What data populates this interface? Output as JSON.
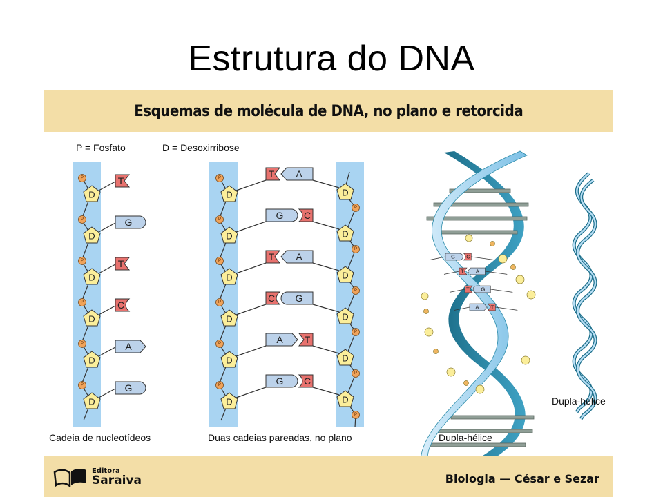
{
  "slide": {
    "title": "Estrutura do DNA"
  },
  "figure": {
    "header": "Esquemas de molécula de DNA, no plano e retorcida",
    "legend": {
      "phosphate": "P = Fosfato",
      "deoxyribose": "D = Desoxirribose"
    },
    "symbols": {
      "phosphate": "P",
      "sugar": "D"
    },
    "single_chain": {
      "caption": "Cadeia de nucleotídeos",
      "bases": [
        "T",
        "G",
        "T",
        "C",
        "A",
        "G"
      ]
    },
    "paired_chains": {
      "caption": "Duas cadeias pareadas, no plano",
      "pairs": [
        {
          "left": "T",
          "right": "A"
        },
        {
          "left": "G",
          "right": "C"
        },
        {
          "left": "T",
          "right": "A"
        },
        {
          "left": "C",
          "right": "G"
        },
        {
          "left": "A",
          "right": "T"
        },
        {
          "left": "G",
          "right": "C"
        }
      ]
    },
    "helix_large": {
      "caption": "Dupla-hélice",
      "pairs": [
        {
          "left": "G",
          "right": "C"
        },
        {
          "left": "T",
          "right": "A"
        },
        {
          "left": "T",
          "right": "G"
        },
        {
          "left": "A",
          "right": "T"
        }
      ]
    },
    "helix_small": {
      "caption": "Dupla-hélice"
    },
    "footer": {
      "publisher_small": "Editora",
      "publisher_big": "Saraiva",
      "book": "Biologia — César e Sezar"
    },
    "colors": {
      "band": "#f3dea7",
      "strand_bg": "#a9d4f2",
      "phosphate": "#f0a35a",
      "sugar": "#fbee9a",
      "pyrimidine": "#e8726e",
      "purine": "#bcd2ea",
      "helix_light": "#a9d6f0",
      "helix_dark": "#2a8aa8",
      "rung": "#8f9e96"
    }
  }
}
